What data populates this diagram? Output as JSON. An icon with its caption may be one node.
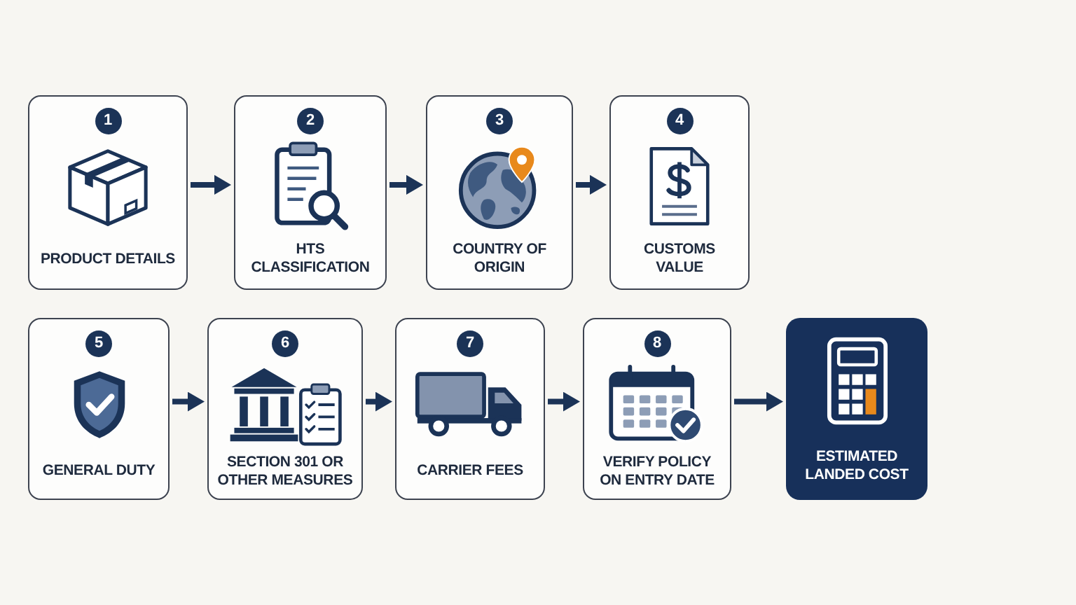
{
  "diagram": {
    "nodes": [
      {
        "text": [
          "1",
          "PRODUCT DETAILS"
        ]
      },
      {
        "text": [
          "2",
          "HTS CLASSIFICATION"
        ]
      },
      {
        "text": [
          "3",
          "COUNTRY OF ORIGIN"
        ]
      },
      {
        "text": [
          "4",
          "CUSTOMS VALUE"
        ]
      },
      {
        "text": [
          "5",
          "GENERAL DUTY"
        ]
      },
      {
        "text": [
          "6",
          "SECTION 301 OR OTHER MEASURES"
        ]
      },
      {
        "text": [
          "7",
          "CARRIER FEES"
        ]
      },
      {
        "text": [
          "8",
          "VERIFY POLICY ON ENTRY DATE"
        ]
      },
      {
        "text": [
          "ESTIMATED LANDED COST"
        ]
      }
    ],
    "edges": [
      {
        "from": 0,
        "to": 1,
        "arrow": "to"
      },
      {
        "from": 1,
        "to": 2,
        "arrow": "to"
      },
      {
        "from": 2,
        "to": 3,
        "arrow": "to"
      },
      {
        "from": 4,
        "to": 5,
        "arrow": "to"
      },
      {
        "from": 5,
        "to": 6,
        "arrow": "to"
      },
      {
        "from": 6,
        "to": 7,
        "arrow": "to"
      },
      {
        "from": 7,
        "to": 8,
        "arrow": "to"
      }
    ]
  }
}
